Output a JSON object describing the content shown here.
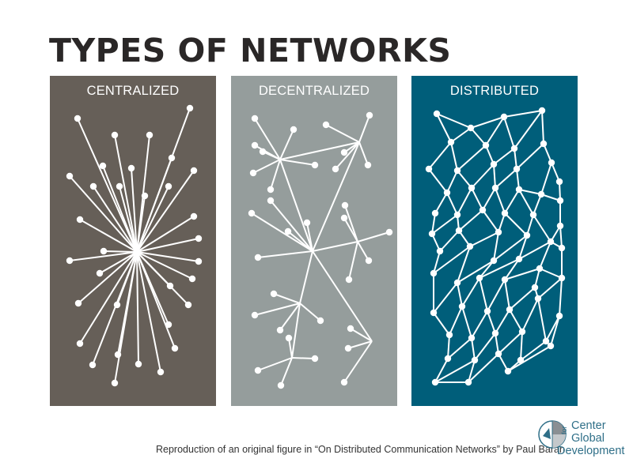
{
  "title": "TYPES OF NETWORKS",
  "panels": [
    {
      "label": "CENTRALIZED",
      "color": "#665f58"
    },
    {
      "label": "DECENTRALIZED",
      "color": "#959d9c"
    },
    {
      "label": "DISTRIBUTED",
      "color": "#005e7a"
    }
  ],
  "caption": "Reproduction of an original figure in “On Distributed Communication Networks” by Paul Baran",
  "logo": {
    "line1": "Center",
    "line_for": "for",
    "line2": "Global",
    "line3": "Development"
  }
}
